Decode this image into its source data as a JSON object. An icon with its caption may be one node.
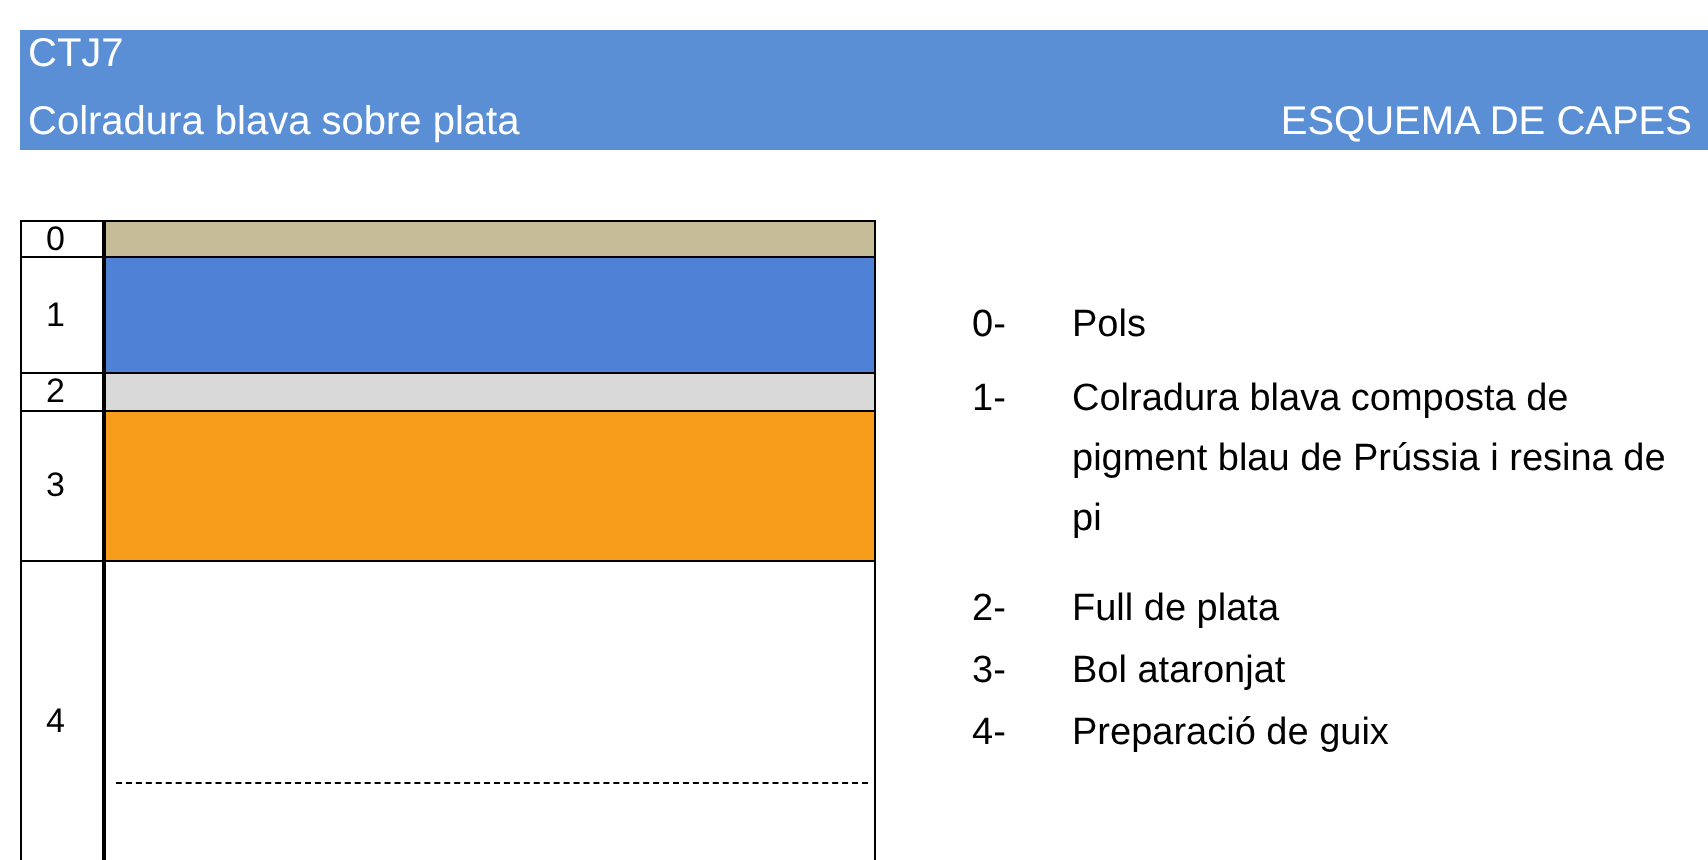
{
  "diagram": {
    "title": "CTJ7",
    "nodes": [
      {
        "text": [
          "0"
        ]
      },
      {
        "text": [
          "1"
        ]
      },
      {
        "text": [
          "2"
        ]
      },
      {
        "text": [
          "3"
        ]
      },
      {
        "text": [
          "4"
        ]
      }
    ],
    "labels": [
      "Colradura blava sobre plata",
      "ESQUEMA DE CAPES",
      "0-",
      "Pols",
      "1-",
      "Colradura blava composta de pigment blau de Prússia i resina de pi",
      "2-",
      "Full de plata",
      "3-",
      "Bol ataronjat",
      "4-",
      "Preparació de guix"
    ]
  }
}
